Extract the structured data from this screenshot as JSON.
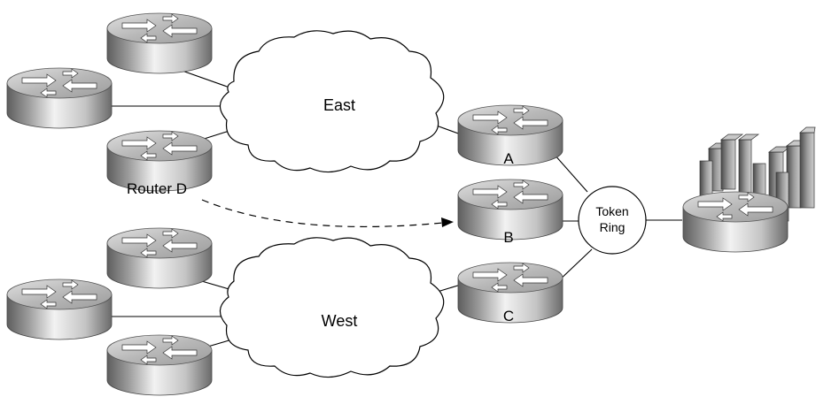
{
  "clouds": {
    "east": "East",
    "west": "West"
  },
  "routers": {
    "a": "A",
    "b": "B",
    "c": "C",
    "d": "Router D"
  },
  "token_ring": {
    "line1": "Token",
    "line2": "Ring"
  },
  "icons": {
    "router": "router-icon",
    "mainframe": "mainframe-icon",
    "cloud": "cloud-icon",
    "token_ring": "token-ring-icon"
  },
  "colors": {
    "router_dark": "#6f6f6f",
    "router_light": "#f4f4f4",
    "line": "#000000"
  }
}
